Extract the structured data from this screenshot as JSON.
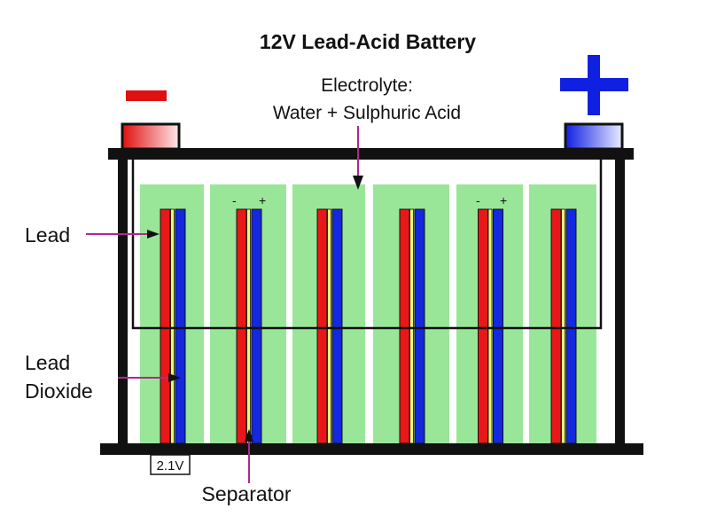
{
  "title": "12V Lead-Acid Battery",
  "labels": {
    "electrolyte_line1": "Electrolyte:",
    "electrolyte_line2": "Water + Sulphuric Acid",
    "lead": "Lead",
    "lead_dioxide_line1": "Lead",
    "lead_dioxide_line2": "Dioxide",
    "separator": "Separator",
    "cell_voltage": "2.1V"
  },
  "terminals": {
    "negative_symbol": "−",
    "positive_symbol": "+"
  },
  "cell_polarity_marks": {
    "minus": "-",
    "plus": "+"
  },
  "cell_count": 6,
  "colors": {
    "negative_terminal": "#e01010",
    "positive_terminal": "#1020e0",
    "electrolyte": "#99e699",
    "lead_plate": "#e81818",
    "lead_dioxide_plate": "#1428e0",
    "separator": "#f2f27a",
    "casing": "#111111",
    "pointer": "#b0278c"
  }
}
